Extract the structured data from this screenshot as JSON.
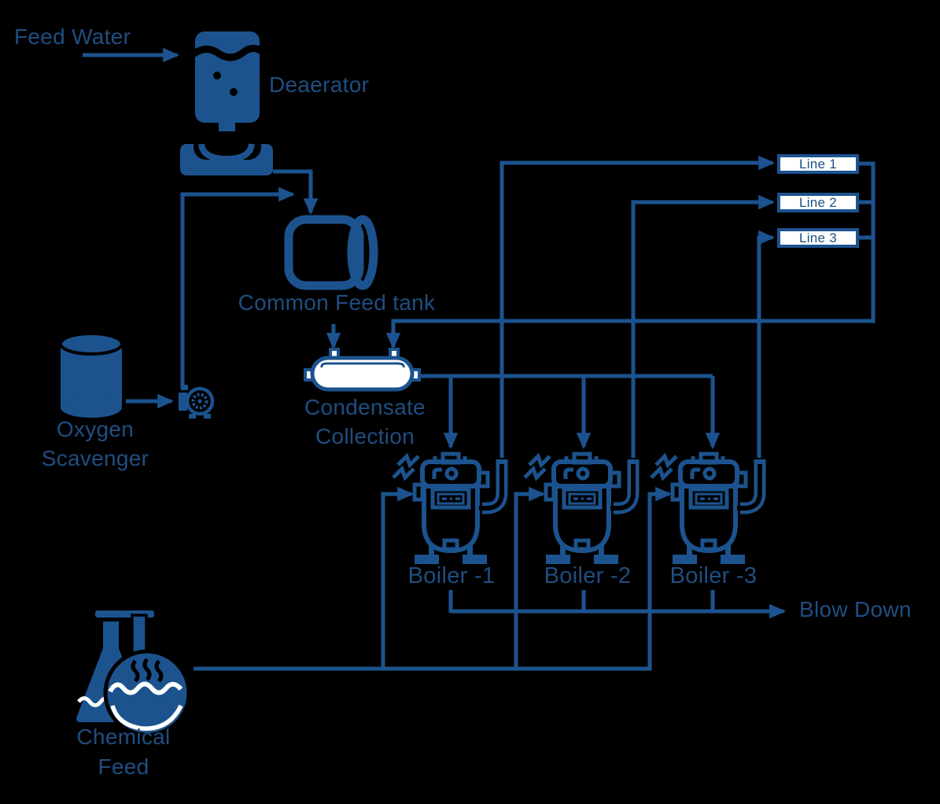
{
  "colors": {
    "background": "#000000",
    "diagram_blue": "#1c538e",
    "label_blue": "#1f4e81",
    "box_fill": "#ffffff"
  },
  "nodes": {
    "feed_water": {
      "label": "Feed Water"
    },
    "deaerator": {
      "label": "Deaerator"
    },
    "common_feed_tank": {
      "label": "Common Feed tank"
    },
    "oxygen_scavenger": {
      "label_line1": "Oxygen",
      "label_line2": "Scavenger"
    },
    "condensate_collection": {
      "label_line1": "Condensate",
      "label_line2": "Collection"
    },
    "chemical_feed": {
      "label_line1": "Chemical",
      "label_line2": "Feed"
    },
    "blow_down": {
      "label": "Blow Down"
    },
    "boilers": [
      {
        "label": "Boiler -1"
      },
      {
        "label": "Boiler -2"
      },
      {
        "label": "Boiler -3"
      }
    ],
    "steam_lines": [
      {
        "label": "Line 1"
      },
      {
        "label": "Line 2"
      },
      {
        "label": "Line 3"
      }
    ]
  }
}
